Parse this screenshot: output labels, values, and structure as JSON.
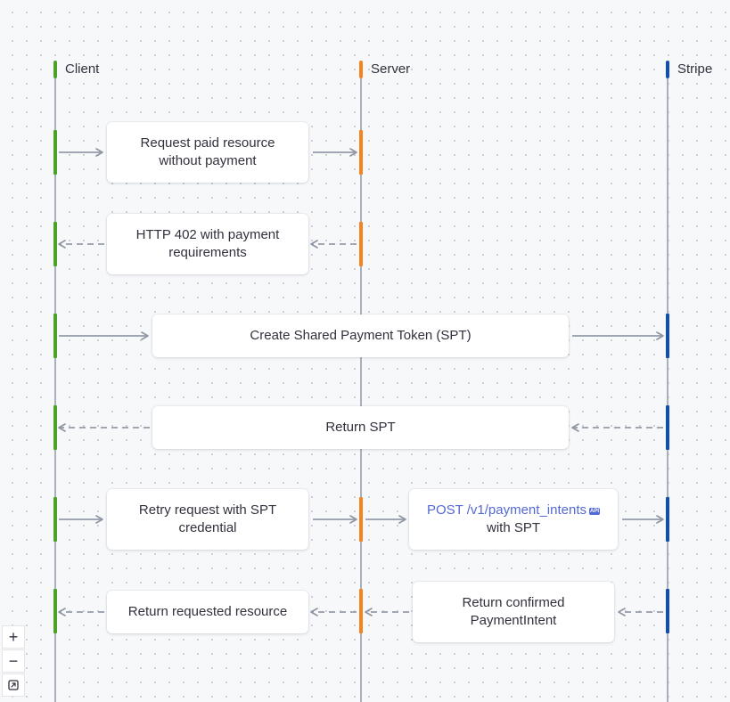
{
  "actors": {
    "client": {
      "label": "Client",
      "color": "#4aa327"
    },
    "server": {
      "label": "Server",
      "color": "#f5841f"
    },
    "stripe": {
      "label": "Stripe",
      "color": "#0f4fb5"
    }
  },
  "steps": {
    "s1": {
      "line1": "Request paid resource",
      "line2": "without payment"
    },
    "s2": {
      "line1": "HTTP 402 with payment",
      "line2": "requirements"
    },
    "s3": {
      "text": "Create Shared Payment Token (SPT)"
    },
    "s4": {
      "text": "Return SPT"
    },
    "s5": {
      "line1": "Retry request with SPT",
      "line2": "credential"
    },
    "s6": {
      "link": "POST /v1/payment_intents",
      "badge": "API",
      "line2": "with SPT"
    },
    "s7": {
      "text": "Return requested resource"
    },
    "s8": {
      "line1": "Return confirmed",
      "line2": "PaymentIntent"
    }
  },
  "controls": {
    "zoom_in": "+",
    "zoom_out": "−",
    "fit": "fit-view"
  }
}
